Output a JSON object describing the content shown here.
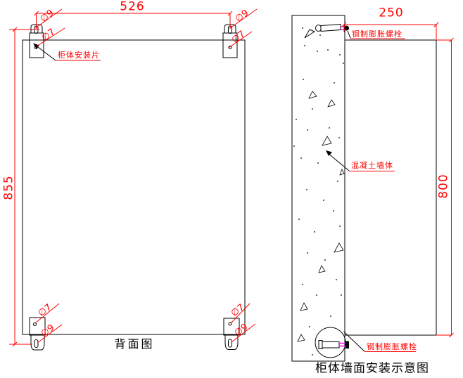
{
  "colors": {
    "line": "#000000",
    "dim": "#ff0000",
    "accent": "#ff00ff"
  },
  "back_view": {
    "title": "背面图",
    "dim_width": "526",
    "dim_height": "855",
    "tab_label": "柜体安装片",
    "slot_dia": "∅9",
    "hole_dia": "∅7"
  },
  "side_view": {
    "title": "柜体墙面安装示意图",
    "dim_depth": "250",
    "dim_height": "800",
    "bolt_label_top": "钢制膨胀螺栓",
    "bolt_label_bottom": "钢制膨胀螺栓",
    "wall_label": "混凝土墙体"
  }
}
